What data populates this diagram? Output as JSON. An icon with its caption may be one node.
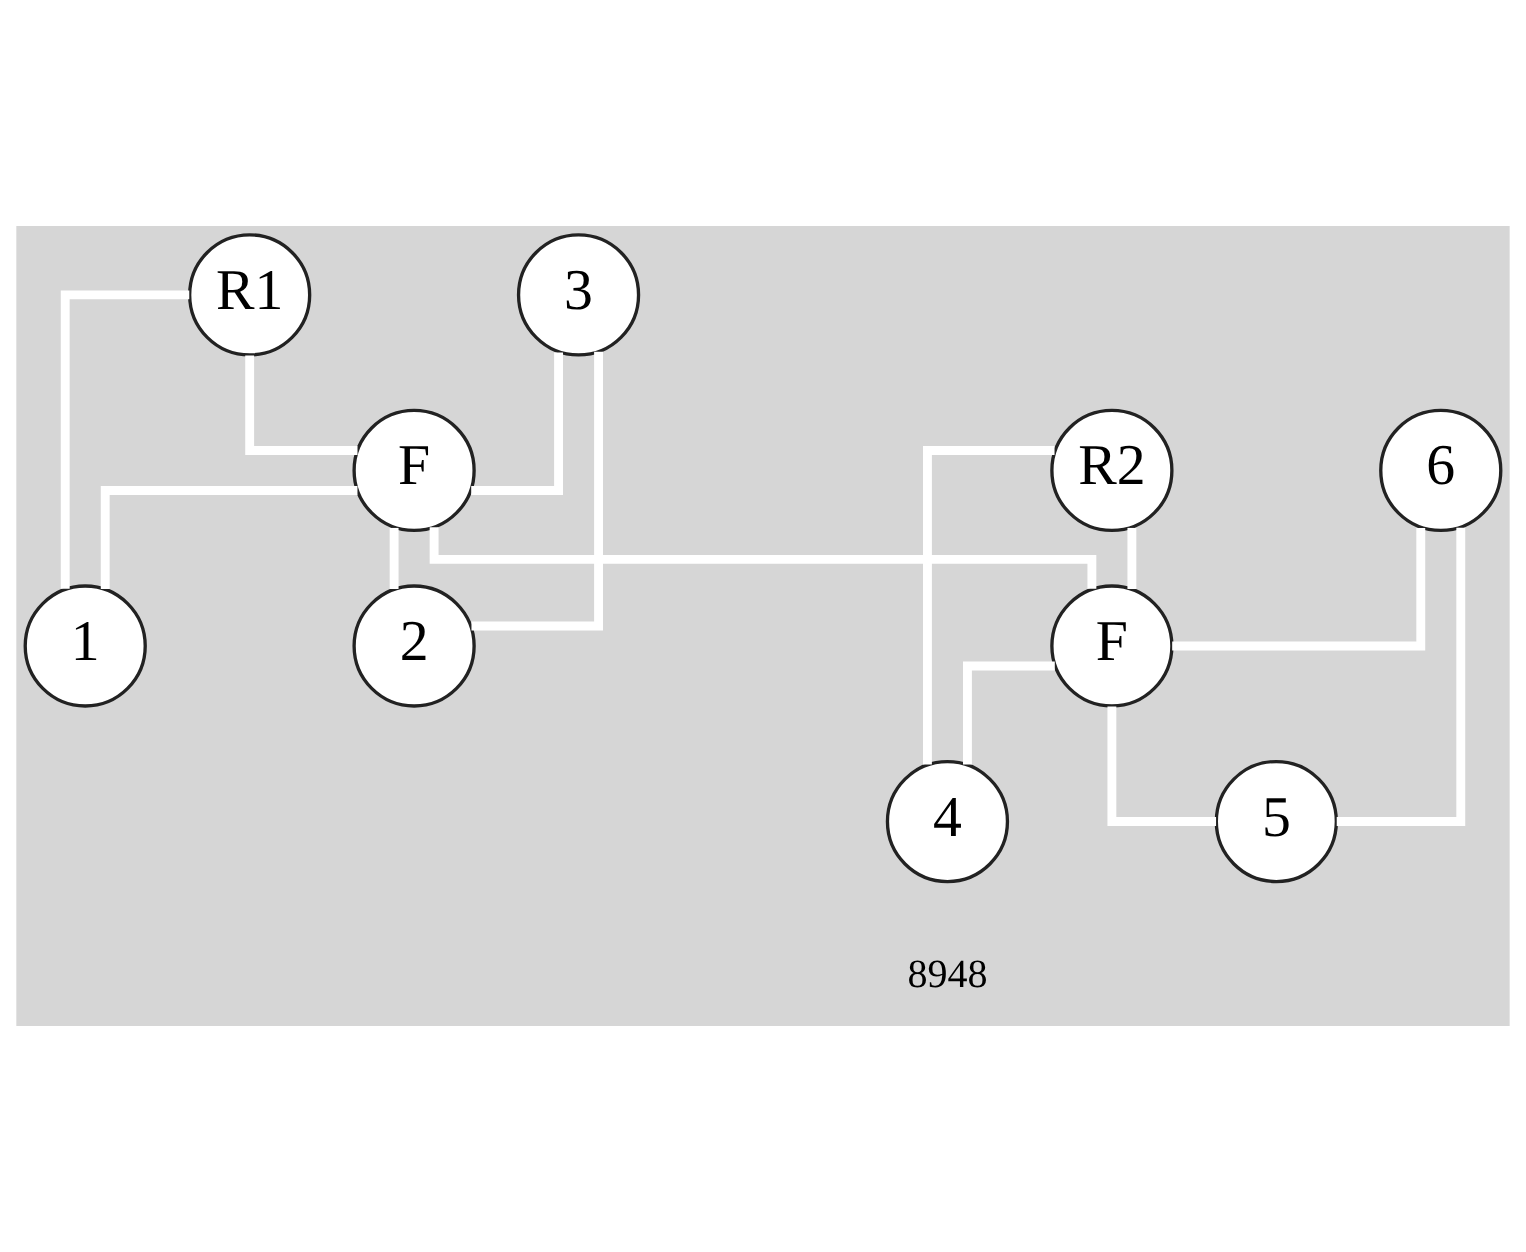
{
  "diagram": {
    "nodes": [
      {
        "text": [
          "R1"
        ]
      },
      {
        "text": [
          "3"
        ]
      },
      {
        "text": [
          "F"
        ]
      },
      {
        "text": [
          "1"
        ]
      },
      {
        "text": [
          "2"
        ]
      },
      {
        "text": [
          "R2"
        ]
      },
      {
        "text": [
          "6"
        ]
      },
      {
        "text": [
          "F"
        ]
      },
      {
        "text": [
          "4"
        ]
      },
      {
        "text": [
          "5"
        ]
      }
    ],
    "edges": [
      {
        "from": 0,
        "to": 3,
        "arrow": "none"
      },
      {
        "from": 0,
        "to": 2,
        "arrow": "none"
      },
      {
        "from": 2,
        "to": 3,
        "arrow": "none"
      },
      {
        "from": 1,
        "to": 4,
        "arrow": "none"
      },
      {
        "from": 1,
        "to": 2,
        "arrow": "none"
      },
      {
        "from": 2,
        "to": 4,
        "arrow": "none"
      },
      {
        "from": 2,
        "to": 7,
        "arrow": "none"
      },
      {
        "from": 5,
        "to": 8,
        "arrow": "none"
      },
      {
        "from": 5,
        "to": 7,
        "arrow": "none"
      },
      {
        "from": 7,
        "to": 8,
        "arrow": "none"
      },
      {
        "from": 6,
        "to": 9,
        "arrow": "none"
      },
      {
        "from": 6,
        "to": 7,
        "arrow": "none"
      },
      {
        "from": 7,
        "to": 9,
        "arrow": "none"
      }
    ],
    "labels": [
      "8948"
    ]
  }
}
